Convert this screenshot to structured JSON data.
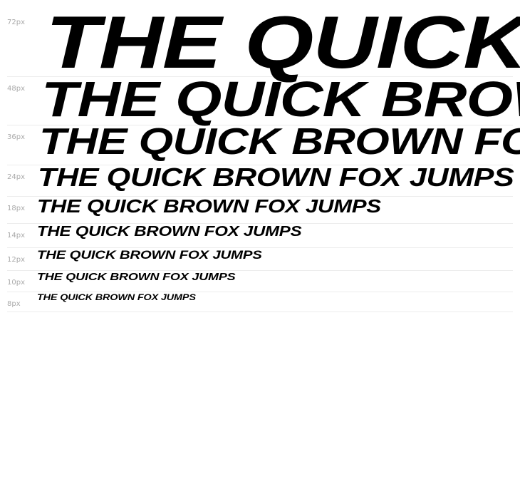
{
  "sample_text": "THE QUICK BROWN FOX JUMPS",
  "rows": [
    {
      "label": "72px",
      "size": 72
    },
    {
      "label": "48px",
      "size": 48
    },
    {
      "label": "36px",
      "size": 36
    },
    {
      "label": "24px",
      "size": 24
    },
    {
      "label": "18px",
      "size": 18
    },
    {
      "label": "14px",
      "size": 14
    },
    {
      "label": "12px",
      "size": 12
    },
    {
      "label": "10px",
      "size": 10
    },
    {
      "label": "8px",
      "size": 8
    }
  ]
}
